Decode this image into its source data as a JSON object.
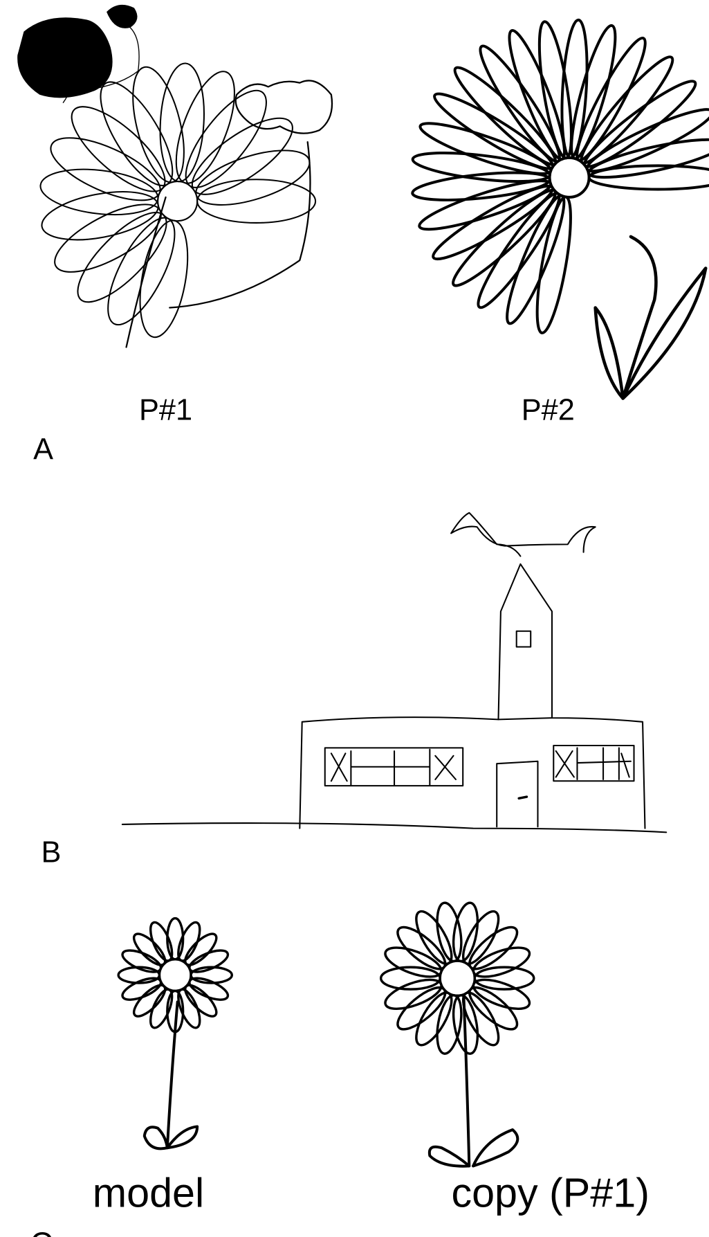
{
  "panel_a": {
    "letter": "A",
    "drawing_1_label": "P#1",
    "drawing_2_label": "P#2"
  },
  "panel_b": {
    "letter": "B"
  },
  "panel_c": {
    "letter": "C",
    "model_label": "model",
    "copy_label": "copy (P#1)"
  }
}
